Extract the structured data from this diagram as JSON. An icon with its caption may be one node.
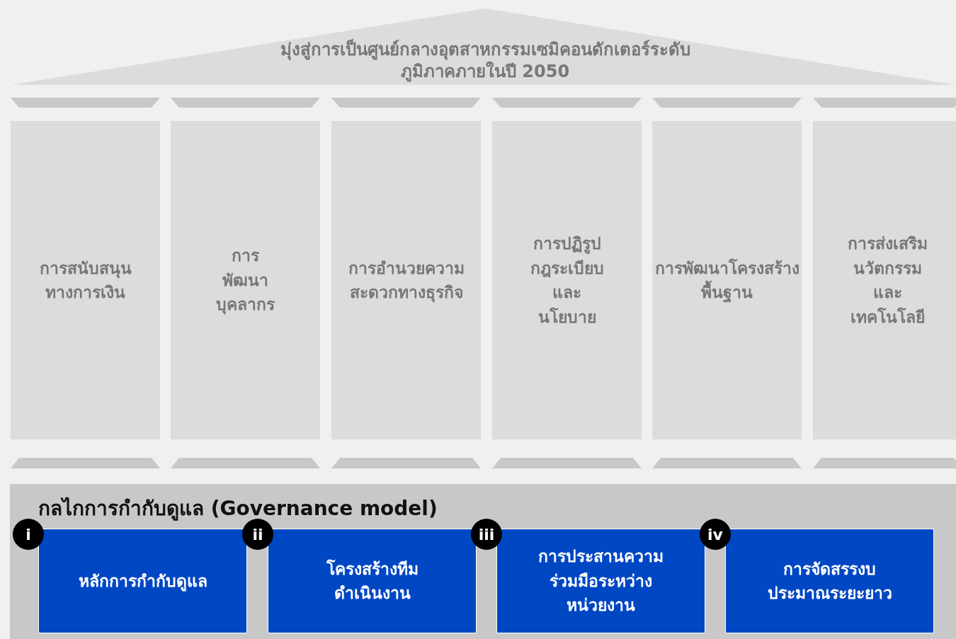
{
  "diagram": {
    "nodes": [
      {
        "text": [
          "มุ่งสู่การเป็นศูนย์กลางอุตสาหกรรมเซมิคอนดักเตอร์ระดับภูมิภาคภายในปี 2050"
        ]
      },
      {
        "text": [
          "การสนับสนุนทางการเงิน"
        ]
      },
      {
        "text": [
          "การพัฒนาบุคลากร"
        ]
      },
      {
        "text": [
          "การอำนวยความสะดวกทางธุรกิจ"
        ]
      },
      {
        "text": [
          "การปฏิรูปกฎระเบียบและนโยบาย"
        ]
      },
      {
        "text": [
          "การพัฒนาโครงสร้างพื้นฐาน"
        ]
      },
      {
        "text": [
          "การส่งเสริมนวัตกรรมและเทคโนโลยี"
        ]
      },
      {
        "text": [
          "กลไกการกำกับดูแล (Governance model)"
        ]
      },
      {
        "text": [
          "หลักการกำกับดูแล"
        ],
        "in": 7,
        "beside": [
          "i"
        ]
      },
      {
        "text": [
          "โครงสร้างทีมดำเนินงาน"
        ],
        "in": 7,
        "beside": [
          "ii"
        ]
      },
      {
        "text": [
          "การประสานความร่วมมือระหว่างหน่วยงาน"
        ],
        "in": 7,
        "beside": [
          "iii"
        ]
      },
      {
        "text": [
          "การจัดสรรงบประมาณระยะยาว"
        ],
        "in": 7,
        "beside": [
          "iv"
        ]
      }
    ]
  }
}
